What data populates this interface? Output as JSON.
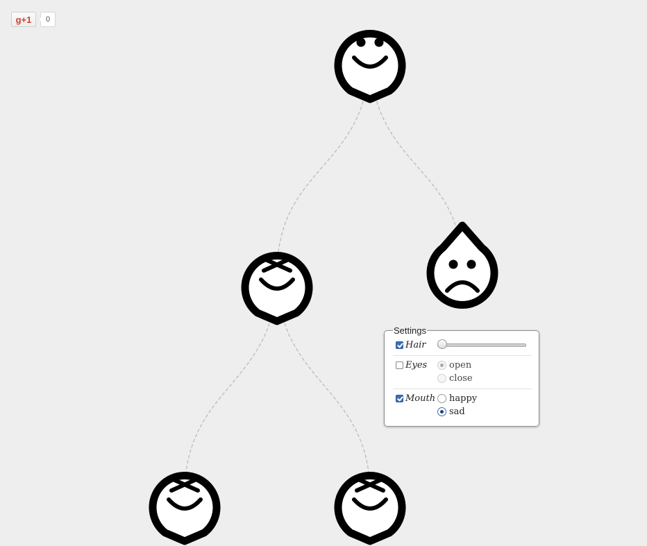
{
  "google_plus": {
    "button_label": "g+1",
    "count": "0"
  },
  "nodes": [
    {
      "id": "root",
      "eyes": "open",
      "mouth": "happy",
      "hair": false
    },
    {
      "id": "left-child",
      "eyes": "x",
      "mouth": "happy",
      "hair": false
    },
    {
      "id": "right-child",
      "eyes": "open",
      "mouth": "sad",
      "hair": true
    },
    {
      "id": "left-left-grandchild",
      "eyes": "x",
      "mouth": "happy",
      "hair": false
    },
    {
      "id": "left-right-grandchild",
      "eyes": "x",
      "mouth": "happy",
      "hair": false
    }
  ],
  "settings": {
    "legend": "Settings",
    "hair": {
      "label": "Hair",
      "checked": true,
      "slider_value": 0
    },
    "eyes": {
      "label": "Eyes",
      "checked": false,
      "options": [
        {
          "label": "open",
          "selected": true
        },
        {
          "label": "close",
          "selected": false
        }
      ]
    },
    "mouth": {
      "label": "Mouth",
      "checked": true,
      "options": [
        {
          "label": "happy",
          "selected": false
        },
        {
          "label": "sad",
          "selected": true
        }
      ]
    }
  }
}
